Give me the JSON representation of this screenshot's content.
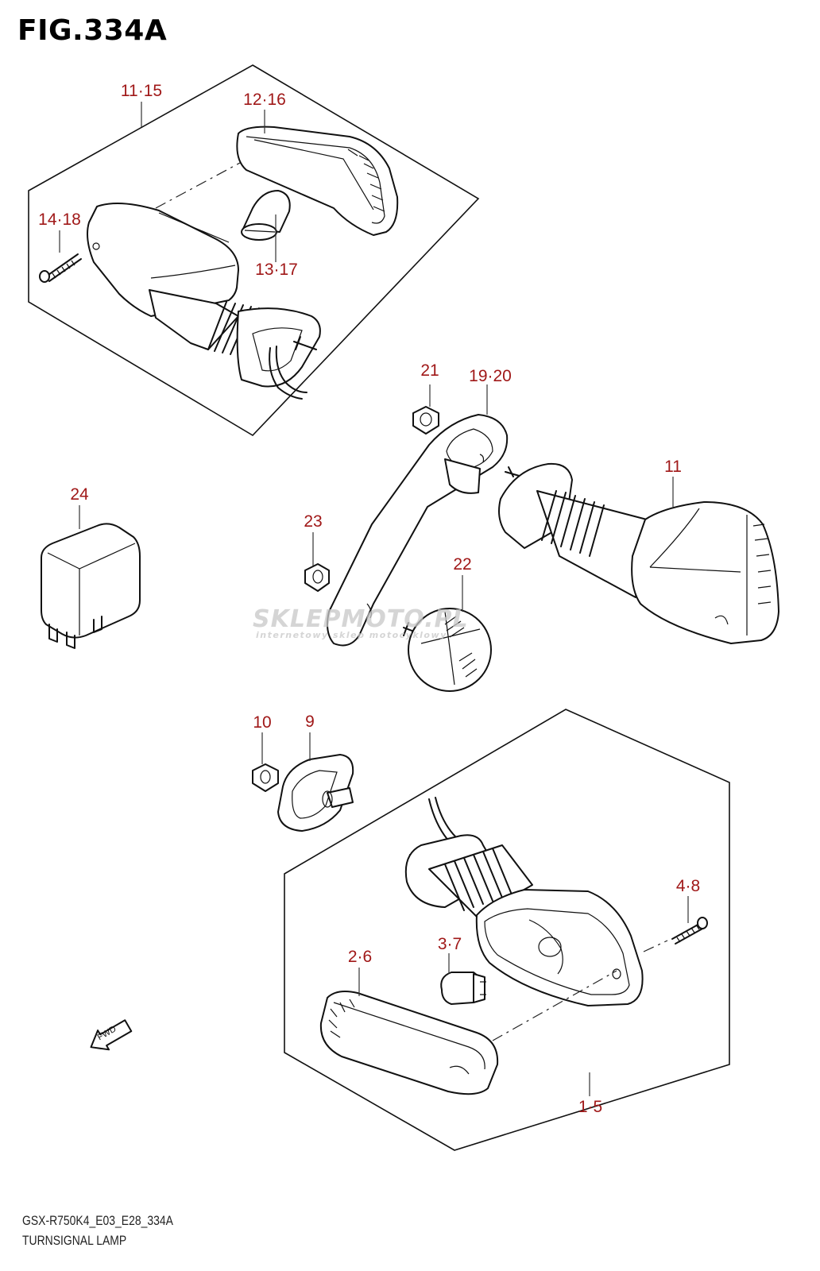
{
  "figure": {
    "title": "FIG.334A",
    "model_code": "GSX-R750K4_E03_E28_334A",
    "group_name": "TURNSIGNAL LAMP"
  },
  "callouts": [
    {
      "id": "c-11-15",
      "text": "11·15"
    },
    {
      "id": "c-12-16",
      "text": "12·16"
    },
    {
      "id": "c-14-18",
      "text": "14·18"
    },
    {
      "id": "c-13-17",
      "text": "13·17"
    },
    {
      "id": "c-21",
      "text": "21"
    },
    {
      "id": "c-19-20",
      "text": "19·20"
    },
    {
      "id": "c-11",
      "text": "11"
    },
    {
      "id": "c-24",
      "text": "24"
    },
    {
      "id": "c-23",
      "text": "23"
    },
    {
      "id": "c-22",
      "text": "22"
    },
    {
      "id": "c-10",
      "text": "10"
    },
    {
      "id": "c-9",
      "text": "9"
    },
    {
      "id": "c-4-8",
      "text": "4·8"
    },
    {
      "id": "c-3-7",
      "text": "3·7"
    },
    {
      "id": "c-2-6",
      "text": "2·6"
    },
    {
      "id": "c-1-5",
      "text": "1·5"
    }
  ],
  "direction_marker": {
    "label": "FWD",
    "icon": "fwd-arrow-icon"
  },
  "watermark": {
    "brand": "SKLEPMOTO.PL",
    "tagline": "internetowy sklep motocyklowy"
  },
  "colors": {
    "callout": "#a01818",
    "line": "#111111",
    "watermark": "#c8c8c8"
  }
}
